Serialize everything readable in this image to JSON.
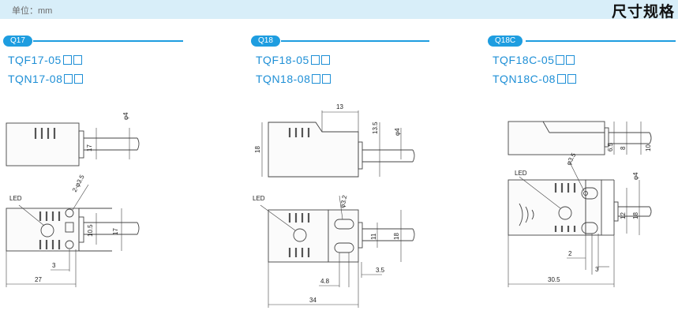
{
  "header": {
    "unit": "单位：mm",
    "title": "尺寸规格"
  },
  "sections": [
    {
      "tag": "Q17",
      "models": [
        "TQF17-05",
        "TQN17-08"
      ],
      "labels": {
        "led": "LED",
        "d_cable": "φ4",
        "h": "17",
        "hole": "2-φ3.5",
        "pitch": "10.5",
        "h2": "17",
        "w_small": "3",
        "w_total": "27"
      }
    },
    {
      "tag": "Q18",
      "models": [
        "TQF18-05",
        "TQN18-08"
      ],
      "labels": {
        "led": "LED",
        "top_w": "13",
        "top_h": "13.5",
        "d_cable": "φ4",
        "h": "18",
        "hole": "φ3.2",
        "slot_h": "11",
        "h2": "18",
        "w1": "4.8",
        "w2": "3.5",
        "w_total": "34"
      }
    },
    {
      "tag": "Q18C",
      "models": [
        "TQF18C-05",
        "TQN18C-08"
      ],
      "labels": {
        "led": "LED",
        "hole": "φ3.5",
        "d_cable": "φ4",
        "s1": "6.5",
        "s2": "8",
        "s3": "10",
        "pitch": "12",
        "h2": "18",
        "w1": "2",
        "w2": "3",
        "w_total": "30.5"
      }
    }
  ],
  "colors": {
    "accent": "#1e9de0",
    "model_text": "#1e8fd6",
    "header_bg": "#d8eef9"
  }
}
